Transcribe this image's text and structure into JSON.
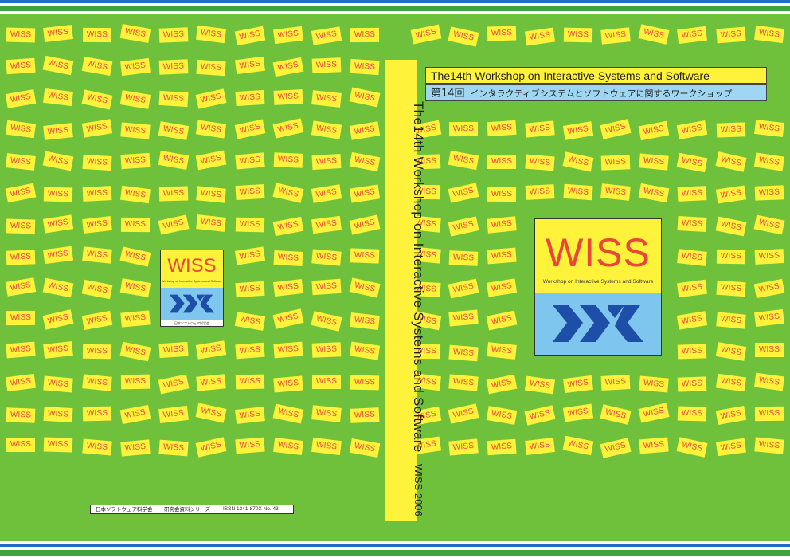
{
  "tile_label": "WISS",
  "colors": {
    "background_green": "#6fc13c",
    "tile_yellow": "#fff23a",
    "logo_red": "#e8473a",
    "logo_blue": "#7fc6ee",
    "title_blue": "#9fd7f3",
    "logo_mark_blue": "#1e4fa8"
  },
  "spine": {
    "title": "The14th Workshop on Interactive Systems and Software",
    "code": "WISS 2006"
  },
  "front": {
    "title_en": "The14th Workshop on Interactive Systems and Software",
    "title_ja_prefix": "第14回",
    "title_ja_rest": "インタラクティブシステムとソフトウェアに関するワークショップ"
  },
  "logo": {
    "wiss": "WISS",
    "subtitle": "Workshop on Interactive Systems and Software",
    "society_small": "日本ソフトウェア科学会"
  },
  "back": {
    "publisher": "日本ソフトウェア科学会",
    "series": "研究会資料シリーズ",
    "issn": "ISSN 1341-870X No. 43"
  },
  "icons": [
    "jssst-logo-mark-icon"
  ]
}
